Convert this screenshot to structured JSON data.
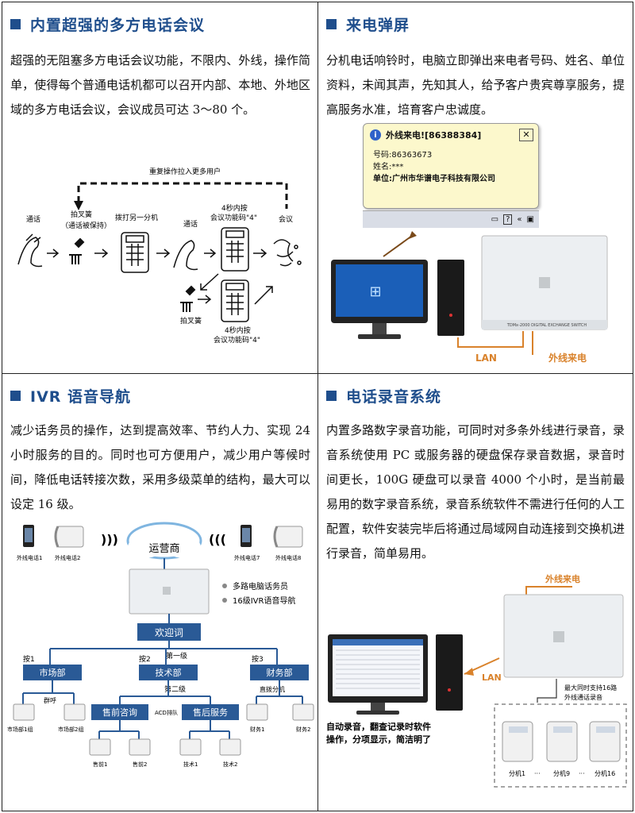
{
  "sections": {
    "conference": {
      "title": "内置超强的多方电话会议",
      "text": "超强的无阻塞多方电话会议功能，不限内、外线，操作简单，使得每个普通电话机都可以召开内部、本地、外地区域的多方电话会议，会议成员可达 3～80 个。",
      "diagram": {
        "repeat_label": "重复操作拉入更多用户",
        "step_call": "通话",
        "step_hook": "拍叉簧",
        "step_hook_note": "（通话被保持）",
        "step_dial": "拨打另一分机",
        "step_call2": "通话",
        "step_press": "4秒内按",
        "step_press_code": "会议功能码\"4\"",
        "step_meeting": "会议",
        "step_hook2": "拍叉簧",
        "step_press2": "4秒内按",
        "step_press2_code": "会议功能码\"4\""
      }
    },
    "popup": {
      "title": "来电弹屏",
      "text": "分机电话响铃时，电脑立即弹出来电者号码、姓名、单位资料，未闻其声，先知其人，给予客户贵宾尊享服务，提高服务水准，培育客户忠诚度。",
      "window": {
        "header": "外线来电![86388384]",
        "number": "号码:86363673",
        "name": "姓名:***",
        "company": "单位:广州市华谱电子科技有限公司"
      },
      "lan": "LAN",
      "trunk": "外线来电",
      "device_brand": "TDMx-2000 DIGITAL EXCHANGE SWITCH"
    },
    "ivr": {
      "title": "IVR 语音导航",
      "text": "减少话务员的操作，达到提高效率、节约人力、实现 24 小时服务的目的。同时也可方便用户，减少用户等候时间，降低电话转接次数，采用多级菜单的结构，最大可以设定 16 级。",
      "operator": "运营商",
      "ext1": "外线电话1",
      "ext2": "外线电话2",
      "ext7": "外线电话7",
      "ext8": "外线电话8",
      "feature1": "多路电脑话务员",
      "feature2": "16级IVR语音导航",
      "welcome": "欢迎词",
      "level1": "第一级",
      "level2": "第二级",
      "press1": "按1",
      "press2": "按2",
      "press3": "按3",
      "dept_market": "市场部",
      "dept_tech": "技术部",
      "dept_finance": "财务部",
      "group_call": "群呼",
      "direct_ext": "直拨分机",
      "presale": "售前咨询",
      "aftersale": "售后服务",
      "acd": "ACD排队",
      "m1": "市场部1组",
      "m2": "市场部2组",
      "f1": "财务1",
      "f2": "财务2",
      "s1": "售前1",
      "s2": "售前2",
      "t1": "技术1",
      "t2": "技术2"
    },
    "recording": {
      "title": "电话录音系统",
      "text": "内置多路数字录音功能，可同时对多条外线进行录音，录音系统使用 PC 或服务器的硬盘保存录音数据，录音时间更长，100G 硬盘可以录音 4000 个小时，是当前最易用的数字录音系统，录音系统软件不需进行任何的人工配置，软件安装完毕后将通过局域网自动连接到交换机进行录音，简单易用。",
      "trunk": "外线来电",
      "lan": "LAN",
      "support": "最大同时支持16路",
      "support2": "外线通话录音",
      "caption1": "自动录音，翻查记录时软件",
      "caption2": "操作，分项显示，简洁明了",
      "ext1": "分机1",
      "ext9": "分机9",
      "ext16": "分机16",
      "dots": "···"
    }
  },
  "colors": {
    "accent": "#1f4e8c",
    "orange": "#d9822b",
    "box_blue": "#2a5a96"
  }
}
